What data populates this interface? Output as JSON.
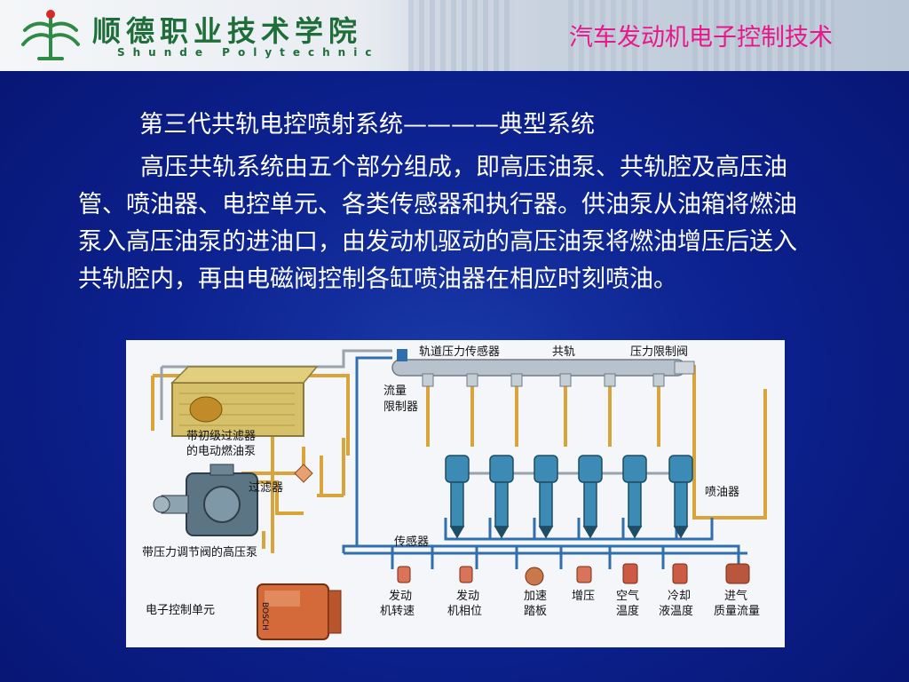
{
  "header": {
    "school_name_cn": "顺德职业技术学院",
    "school_name_en": "Shunde Polytechnic",
    "course_title": "汽车发动机电子控制技术"
  },
  "slide": {
    "title": "第三代共轨电控喷射系统————典型系统",
    "paragraph": "高压共轨系统由五个部分组成，即高压油泵、共轨腔及高压油管、喷油器、电控单元、各类传感器和执行器。供油泵从油箱将燃油泵入高压油泵的进油口，由发动机驱动的高压油泵将燃油增压后送入共轨腔内，再由电磁阀控制各缸喷油器在相应时刻喷油。"
  },
  "diagram": {
    "labels": {
      "rail_pressure_sensor": "轨道压力传感器",
      "common_rail": "共轨",
      "pressure_limit_valve": "压力限制阀",
      "flow_limiter_1": "流量",
      "flow_limiter_2": "限制器",
      "tank_pump_1": "带初级过滤器",
      "tank_pump_2": "的电动燃油泵",
      "filter": "过滤器",
      "injector": "喷油器",
      "sensor": "传感器",
      "hp_pump": "带压力调节阀的高压泵",
      "ecu": "电子控制单元",
      "s1a": "发动",
      "s1b": "机转速",
      "s2a": "发动",
      "s2b": "机相位",
      "s3a": "加速",
      "s3b": "踏板",
      "s4": "增压",
      "s5a": "空气",
      "s5b": "温度",
      "s6a": "冷却",
      "s6b": "液温度",
      "s7a": "进气",
      "s7b": "质量流量",
      "ecu_brand": "BOSCH"
    },
    "colors": {
      "fuel_line": "#d9a53a",
      "signal_line": "#2f6fb0",
      "return_line": "#9aa3ad"
    }
  }
}
